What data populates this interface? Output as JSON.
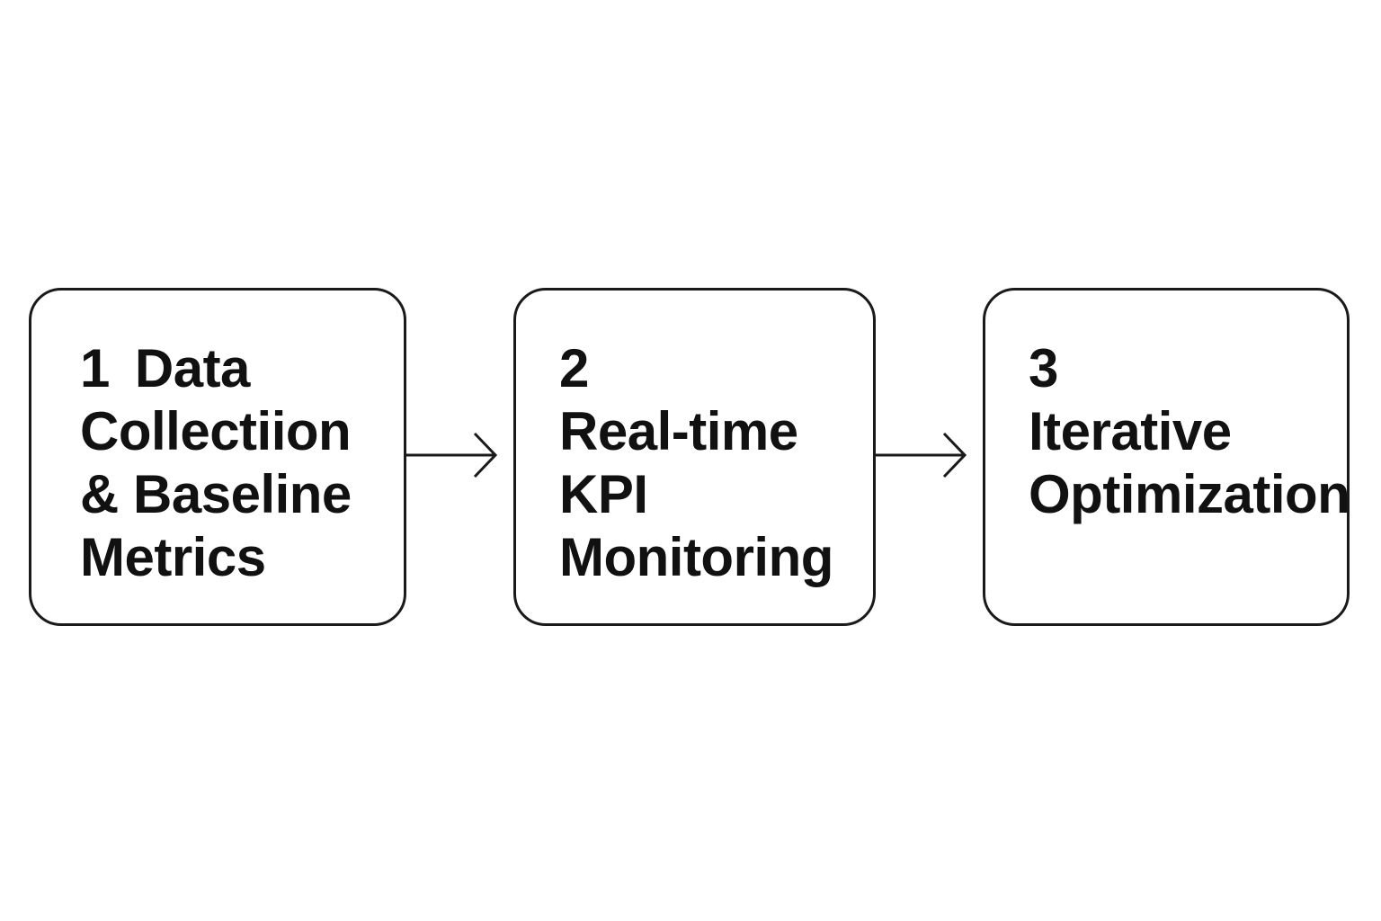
{
  "steps": [
    {
      "number": "1",
      "lines": [
        "Data",
        "Collectiion",
        "& Baseline",
        "Metrics"
      ]
    },
    {
      "number": "2",
      "lines": [
        "Real-time",
        "KPI",
        "Monitoring"
      ]
    },
    {
      "number": "3",
      "lines": [
        "Iterative",
        "Optimization"
      ]
    }
  ],
  "colors": {
    "stroke": "#1a1a1a",
    "text": "#111111",
    "background": "#ffffff"
  },
  "icons": [
    "arrow-right-icon",
    "arrow-right-icon"
  ]
}
